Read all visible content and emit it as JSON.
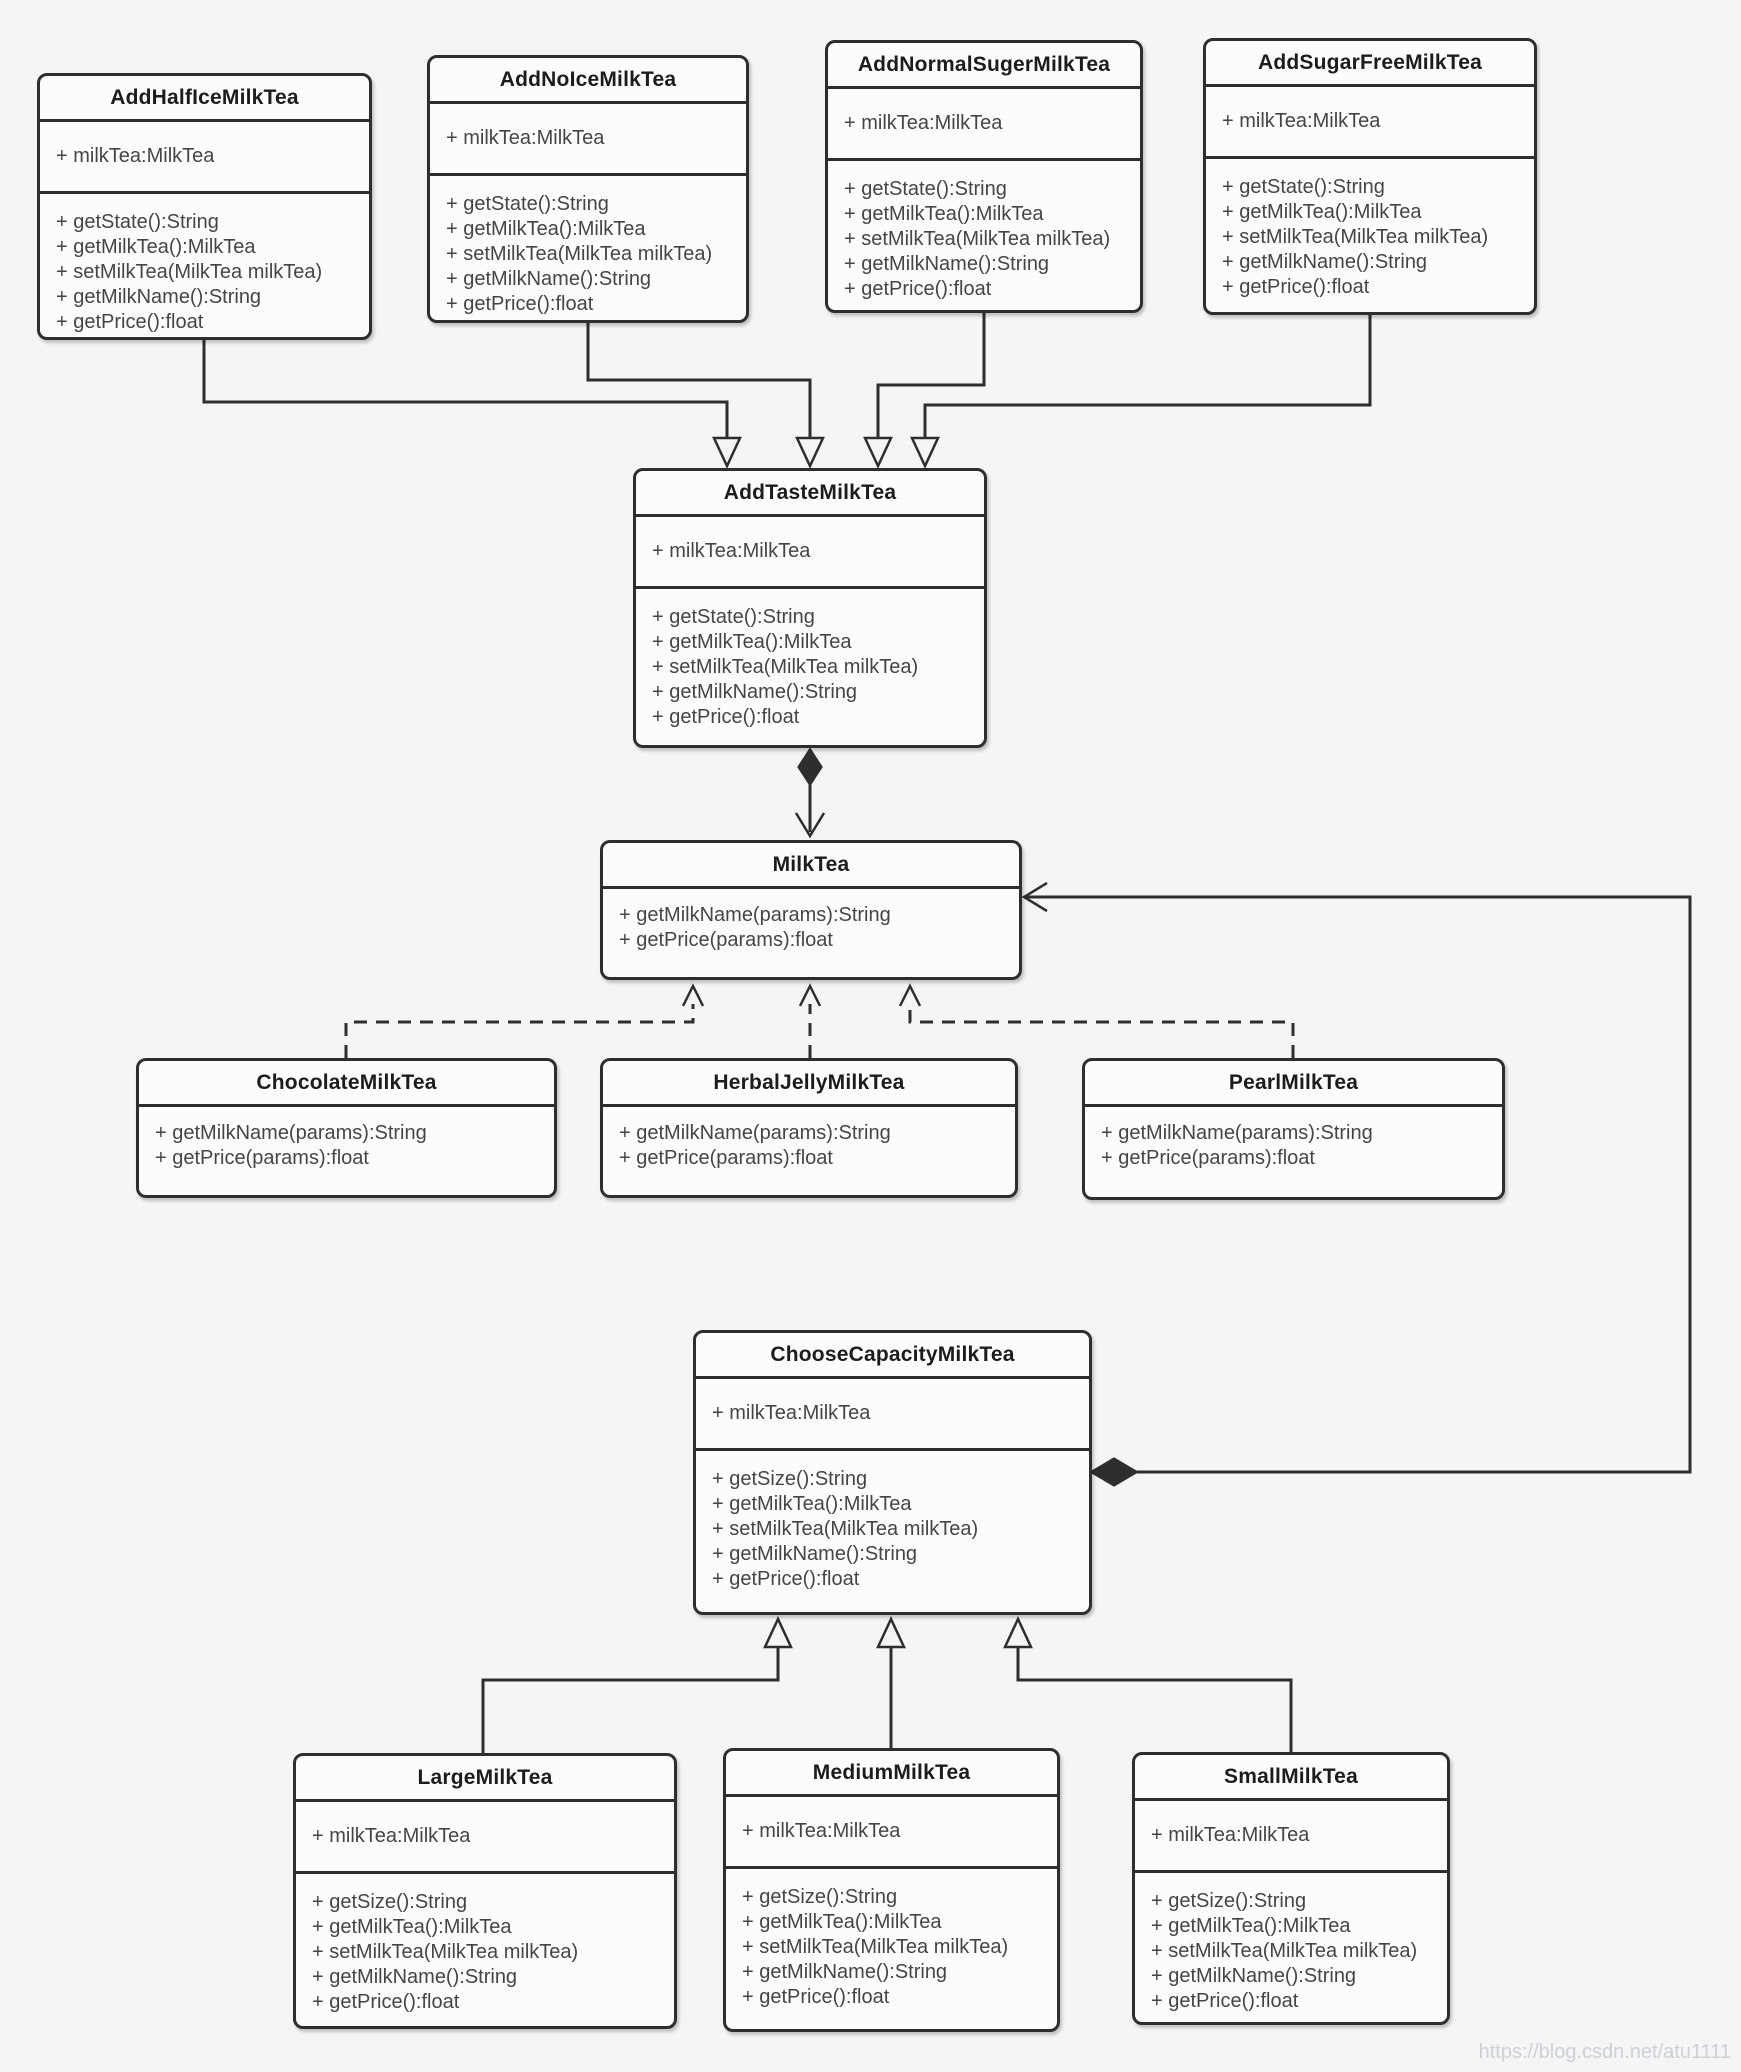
{
  "diagram": {
    "watermark": "https://blog.csdn.net/atu1111",
    "colors": {
      "background": "#f5f5f6",
      "box_fill": "#fcfcfc",
      "line": "#2e2e2e",
      "member_text": "#454545",
      "watermark_text": "#ccd0d9"
    },
    "classes": {
      "add_half_ice": {
        "title": "AddHalfIceMilkTea",
        "attributes": [
          "+ milkTea:MilkTea"
        ],
        "methods": [
          "+ getState():String",
          "+ getMilkTea():MilkTea",
          "+ setMilkTea(MilkTea milkTea)",
          "+ getMilkName():String",
          "+ getPrice():float"
        ]
      },
      "add_no_ice": {
        "title": "AddNoIceMilkTea",
        "attributes": [
          "+ milkTea:MilkTea"
        ],
        "methods": [
          "+ getState():String",
          "+ getMilkTea():MilkTea",
          "+ setMilkTea(MilkTea milkTea)",
          "+ getMilkName():String",
          "+ getPrice():float"
        ]
      },
      "add_normal_suger": {
        "title": "AddNormalSugerMilkTea",
        "attributes": [
          "+ milkTea:MilkTea"
        ],
        "methods": [
          "+ getState():String",
          "+ getMilkTea():MilkTea",
          "+ setMilkTea(MilkTea milkTea)",
          "+ getMilkName():String",
          "+ getPrice():float"
        ]
      },
      "add_sugar_free": {
        "title": "AddSugarFreeMilkTea",
        "attributes": [
          "+ milkTea:MilkTea"
        ],
        "methods": [
          "+ getState():String",
          "+ getMilkTea():MilkTea",
          "+ setMilkTea(MilkTea milkTea)",
          "+ getMilkName():String",
          "+ getPrice():float"
        ]
      },
      "add_taste": {
        "title": "AddTasteMilkTea",
        "attributes": [
          "+ milkTea:MilkTea"
        ],
        "methods": [
          "+ getState():String",
          "+ getMilkTea():MilkTea",
          "+ setMilkTea(MilkTea milkTea)",
          "+ getMilkName():String",
          "+ getPrice():float"
        ]
      },
      "milk_tea": {
        "title": "MilkTea",
        "attributes": [],
        "methods": [
          "+ getMilkName(params):String",
          "+ getPrice(params):float"
        ]
      },
      "chocolate": {
        "title": "ChocolateMilkTea",
        "attributes": [],
        "methods": [
          "+ getMilkName(params):String",
          "+ getPrice(params):float"
        ]
      },
      "herbal_jelly": {
        "title": "HerbalJellyMilkTea",
        "attributes": [],
        "methods": [
          "+ getMilkName(params):String",
          "+ getPrice(params):float"
        ]
      },
      "pearl": {
        "title": "PearlMilkTea",
        "attributes": [],
        "methods": [
          "+ getMilkName(params):String",
          "+ getPrice(params):float"
        ]
      },
      "choose_capacity": {
        "title": "ChooseCapacityMilkTea",
        "attributes": [
          "+ milkTea:MilkTea"
        ],
        "methods": [
          "+ getSize():String",
          "+ getMilkTea():MilkTea",
          "+ setMilkTea(MilkTea milkTea)",
          "+ getMilkName():String",
          "+ getPrice():float"
        ]
      },
      "large": {
        "title": "LargeMilkTea",
        "attributes": [
          "+ milkTea:MilkTea"
        ],
        "methods": [
          "+ getSize():String",
          "+ getMilkTea():MilkTea",
          "+ setMilkTea(MilkTea milkTea)",
          "+ getMilkName():String",
          "+ getPrice():float"
        ]
      },
      "medium": {
        "title": "MediumMilkTea",
        "attributes": [
          "+ milkTea:MilkTea"
        ],
        "methods": [
          "+ getSize():String",
          "+ getMilkTea():MilkTea",
          "+ setMilkTea(MilkTea milkTea)",
          "+ getMilkName():String",
          "+ getPrice():float"
        ]
      },
      "small": {
        "title": "SmallMilkTea",
        "attributes": [
          "+ milkTea:MilkTea"
        ],
        "methods": [
          "+ getSize():String",
          "+ getMilkTea():MilkTea",
          "+ setMilkTea(MilkTea milkTea)",
          "+ getMilkName():String",
          "+ getPrice():float"
        ]
      }
    },
    "relations": [
      {
        "from": "AddHalfIceMilkTea",
        "to": "AddTasteMilkTea",
        "type": "generalization"
      },
      {
        "from": "AddNoIceMilkTea",
        "to": "AddTasteMilkTea",
        "type": "generalization"
      },
      {
        "from": "AddNormalSugerMilkTea",
        "to": "AddTasteMilkTea",
        "type": "generalization"
      },
      {
        "from": "AddSugarFreeMilkTea",
        "to": "AddTasteMilkTea",
        "type": "generalization"
      },
      {
        "from": "AddTasteMilkTea",
        "to": "MilkTea",
        "type": "composition"
      },
      {
        "from": "ChocolateMilkTea",
        "to": "MilkTea",
        "type": "realization"
      },
      {
        "from": "HerbalJellyMilkTea",
        "to": "MilkTea",
        "type": "realization"
      },
      {
        "from": "PearlMilkTea",
        "to": "MilkTea",
        "type": "realization"
      },
      {
        "from": "ChooseCapacityMilkTea",
        "to": "MilkTea",
        "type": "composition"
      },
      {
        "from": "LargeMilkTea",
        "to": "ChooseCapacityMilkTea",
        "type": "generalization"
      },
      {
        "from": "MediumMilkTea",
        "to": "ChooseCapacityMilkTea",
        "type": "generalization"
      },
      {
        "from": "SmallMilkTea",
        "to": "ChooseCapacityMilkTea",
        "type": "generalization"
      }
    ]
  }
}
